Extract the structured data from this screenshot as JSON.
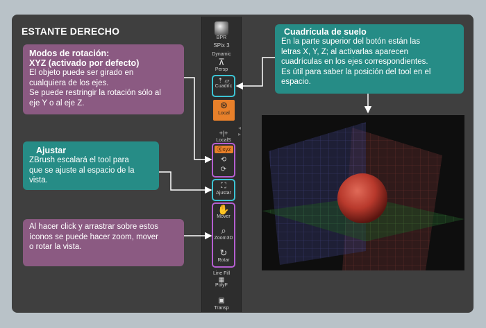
{
  "title": "ESTANTE DERECHO",
  "rotation": {
    "heading1": "Modos de rotación:",
    "heading2": "XYZ (activado por defecto)",
    "line1": "El objeto puede ser girado en",
    "line2": "cualquiera de los ejes.",
    "line3": "Se puede restringir la rotación sólo al",
    "line4": "eje Y o al eje Z."
  },
  "fit": {
    "heading": "Ajustar",
    "line1": "ZBrush escalará el tool para",
    "line2": "que se ajuste al espacio de la",
    "line3": "vista."
  },
  "nav": {
    "line1": "Al hacer click y arrastrar sobre estos",
    "line2": "íconos se puede hacer zoom, mover",
    "line3": "o rotar la vista."
  },
  "grid": {
    "heading": "Cuadrícula de suelo",
    "line1": "En la parte superior del botón están las",
    "line2": "letras X, Y, Z; al activarlas  aparecen",
    "line3": "cuadrículas en los ejes correspondientes.",
    "line4": "Es útil para saber la posición del tool en el",
    "line5": "espacio."
  },
  "shelf": {
    "bpr": "BPR",
    "spix": "SPix 3",
    "dynamic": "Dynamic",
    "persp": "Persp",
    "floor": "Cuadríc",
    "local": "Local",
    "localsym": "LocalS",
    "xyz": "Ⓧxyz",
    "fit": "Ajustar",
    "move": "Mover",
    "zoom": "Zoom3D",
    "rotate": "Rotar",
    "linefill": "Line Fill",
    "polyf": "PolyF",
    "transp": "Transp"
  },
  "colors": {
    "purple_box": "#8b5a82",
    "teal_box": "#268c86",
    "highlight_cyan": "#3cc4d4",
    "highlight_purple": "#b45ed0",
    "local_orange": "#e8802a",
    "sphere": "#b8392c"
  },
  "icons": [
    "bpr-icon",
    "floor-grid-icon",
    "local-icon",
    "local-symmetry-icon",
    "xyz-rotation-icon",
    "frame-icon",
    "move-hand-icon",
    "zoom-icon",
    "rotate-icon",
    "transparency-icon"
  ]
}
